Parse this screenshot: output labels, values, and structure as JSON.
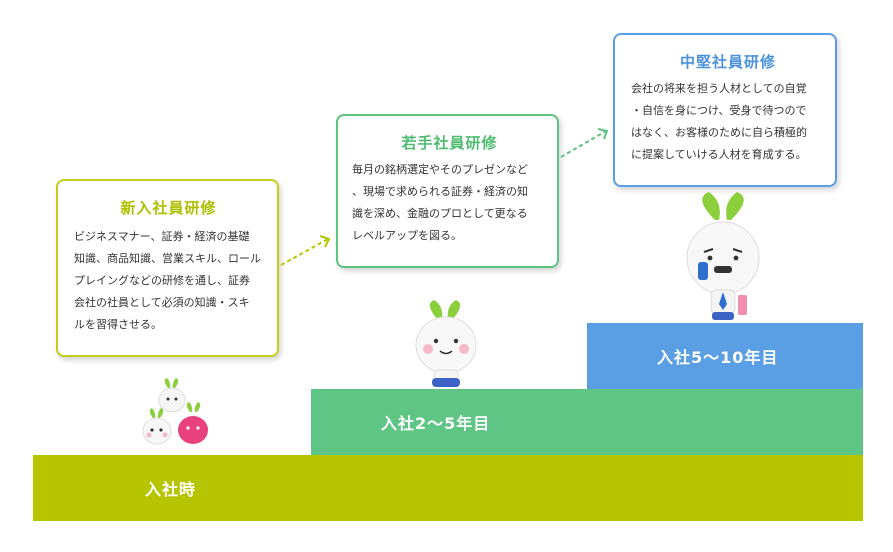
{
  "stages": [
    {
      "label": "入社時"
    },
    {
      "label": "入社2～5年目"
    },
    {
      "label": "入社5～10年目"
    }
  ],
  "cards": [
    {
      "title": "新入社員研修",
      "body": "ビジネスマナー、証券・経済の基礎\n知識、商品知識、営業スキル、ロール\nプレイングなどの研修を通し、証券\n会社の社員として必須の知識・スキ\nルを習得させる。"
    },
    {
      "title": "若手社員研修",
      "body": "毎月の銘柄選定やそのプレゼンなど\n、現場で求められる証券・経済の知\n識を深め、金融のプロとして更なる\nレベルアップを図る。"
    },
    {
      "title": "中堅社員研修",
      "body": "会社の将来を担う人材としての自覚\n・自信を身につけ、受身で待つので\nはなく、お客様のために自ら積極的\nに提案していける人材を育成する。"
    }
  ],
  "colors": {
    "stage1": "#b7c400",
    "stage2": "#5ec585",
    "stage3": "#5a9fe3"
  }
}
